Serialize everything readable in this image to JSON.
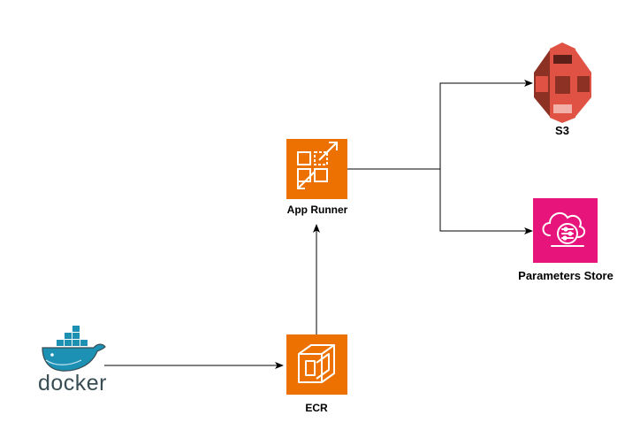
{
  "diagram": {
    "nodes": {
      "docker": {
        "label": "docker",
        "icon": "docker-whale-icon",
        "color": "#394D54",
        "accent": "#1D91B4"
      },
      "ecr": {
        "label": "ECR",
        "icon": "ecr-icon",
        "color": "#ED7100"
      },
      "app_runner": {
        "label": "App Runner",
        "icon": "app-runner-icon",
        "color": "#ED7100"
      },
      "s3": {
        "label": "S3",
        "icon": "s3-bucket-icon",
        "color": "#E05243"
      },
      "parameters_store": {
        "label": "Parameters Store",
        "icon": "parameters-store-icon",
        "color": "#E7157B"
      }
    },
    "edges": [
      {
        "from": "docker",
        "to": "ecr"
      },
      {
        "from": "ecr",
        "to": "app_runner"
      },
      {
        "from": "app_runner",
        "to": "s3"
      },
      {
        "from": "app_runner",
        "to": "parameters_store"
      }
    ]
  }
}
